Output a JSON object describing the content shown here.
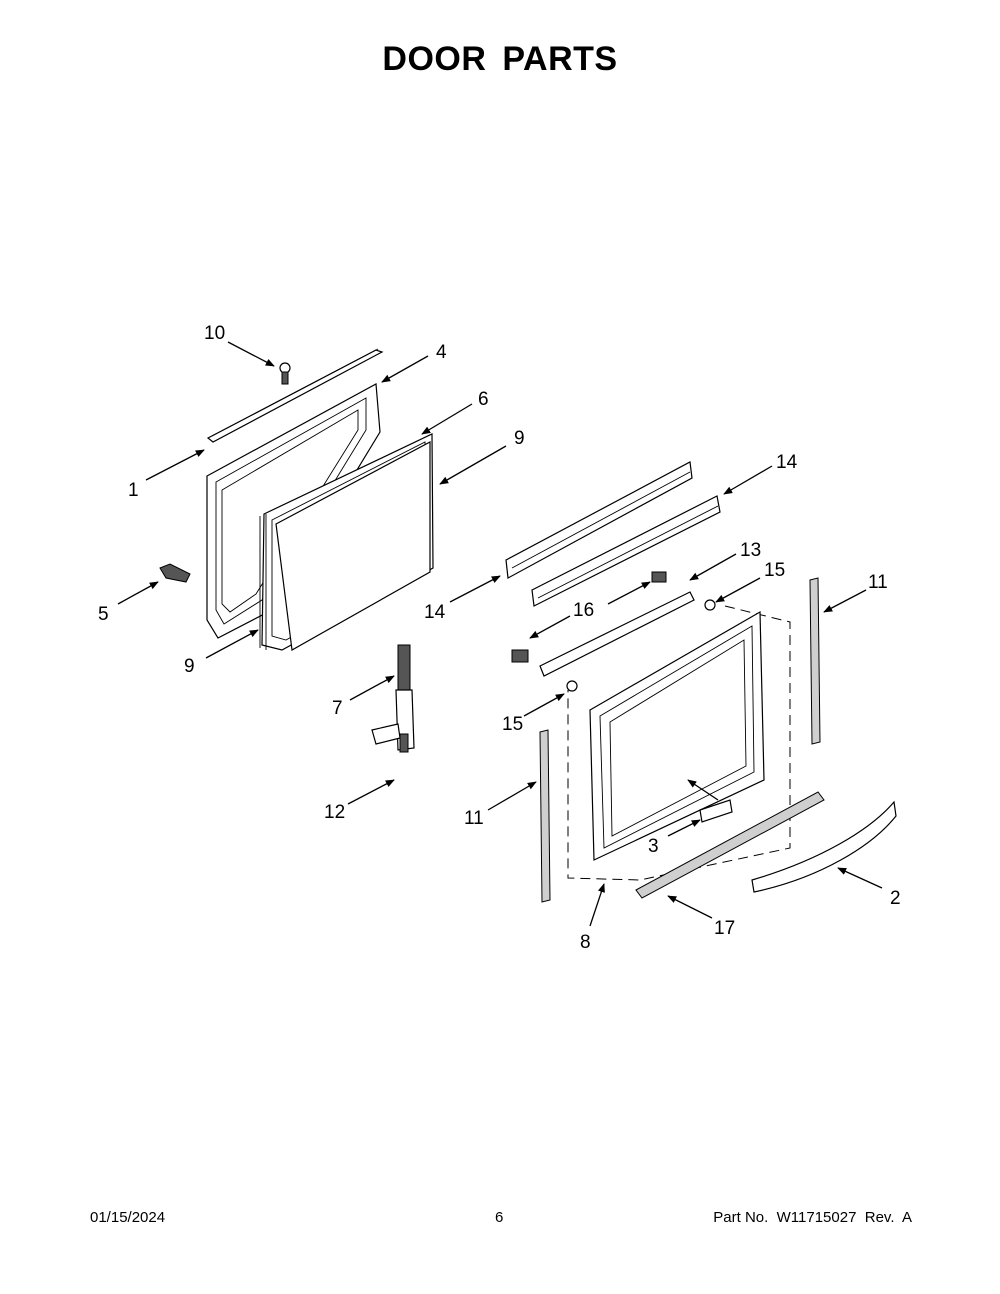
{
  "page": {
    "title": "DOOR PARTS",
    "footer": {
      "date": "01/15/2024",
      "page_number": "6",
      "part_number": "Part No.  W11715027  Rev.  A"
    }
  },
  "callouts": [
    {
      "id": "c10",
      "label": "10"
    },
    {
      "id": "c4",
      "label": "4"
    },
    {
      "id": "c6",
      "label": "6"
    },
    {
      "id": "c9a",
      "label": "9"
    },
    {
      "id": "c1",
      "label": "1"
    },
    {
      "id": "c5",
      "label": "5"
    },
    {
      "id": "c9b",
      "label": "9"
    },
    {
      "id": "c14a",
      "label": "14"
    },
    {
      "id": "c14b",
      "label": "14"
    },
    {
      "id": "c13",
      "label": "13"
    },
    {
      "id": "c15a",
      "label": "15"
    },
    {
      "id": "c16",
      "label": "16"
    },
    {
      "id": "c11a",
      "label": "11"
    },
    {
      "id": "c7",
      "label": "7"
    },
    {
      "id": "c15b",
      "label": "15"
    },
    {
      "id": "c12",
      "label": "12"
    },
    {
      "id": "c11b",
      "label": "11"
    },
    {
      "id": "c3",
      "label": "3"
    },
    {
      "id": "c2",
      "label": "2"
    },
    {
      "id": "c17",
      "label": "17"
    },
    {
      "id": "c8",
      "label": "8"
    }
  ]
}
